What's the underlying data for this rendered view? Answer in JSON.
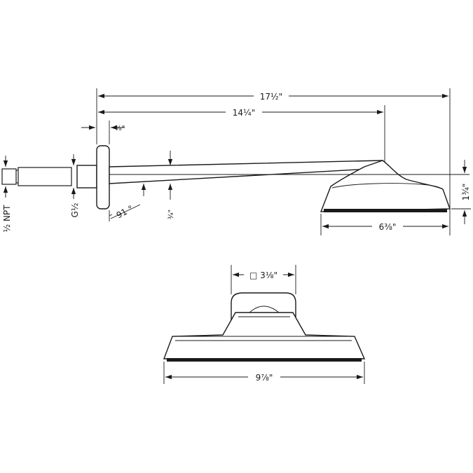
{
  "dimensions": {
    "overall_length": "17½\"",
    "arm_length": "14¼\"",
    "flange_thickness": "⅝\"",
    "arm_diameter": "¾\"",
    "angle": "91 °",
    "head_height": "1¾\"",
    "head_depth": "6⅜\"",
    "inlet_thread": "½ NPT",
    "outlet_thread": "G½",
    "square_size": "□ 3⅛\"",
    "head_width": "9⅞\""
  }
}
